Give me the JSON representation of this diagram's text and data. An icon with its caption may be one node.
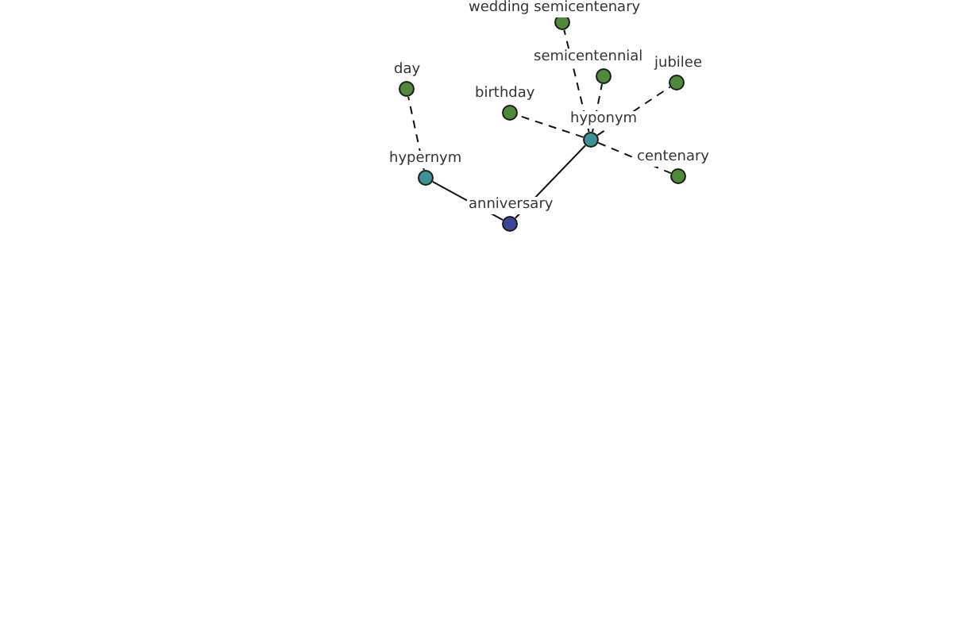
{
  "diagram": {
    "nodes": [
      {
        "text": [
          "anniversary"
        ]
      },
      {
        "text": [
          "hypernym"
        ]
      },
      {
        "text": [
          "hyponym"
        ]
      },
      {
        "text": [
          "day"
        ]
      },
      {
        "text": [
          "wedding semicentenary"
        ]
      },
      {
        "text": [
          "semicentennial"
        ]
      },
      {
        "text": [
          "jubilee"
        ]
      },
      {
        "text": [
          "birthday"
        ]
      },
      {
        "text": [
          "centenary"
        ]
      }
    ],
    "edges": [
      {
        "from": 0,
        "to": 1,
        "arrow": "none"
      },
      {
        "from": 0,
        "to": 2,
        "arrow": "none"
      },
      {
        "from": 1,
        "to": 3,
        "arrow": "none",
        "style": "dashed"
      },
      {
        "from": 2,
        "to": 4,
        "arrow": "none",
        "style": "dashed"
      },
      {
        "from": 2,
        "to": 5,
        "arrow": "none",
        "style": "dashed"
      },
      {
        "from": 2,
        "to": 6,
        "arrow": "none",
        "style": "dashed"
      },
      {
        "from": 2,
        "to": 7,
        "arrow": "none",
        "style": "dashed"
      },
      {
        "from": 2,
        "to": 8,
        "arrow": "none",
        "style": "dashed"
      }
    ]
  }
}
